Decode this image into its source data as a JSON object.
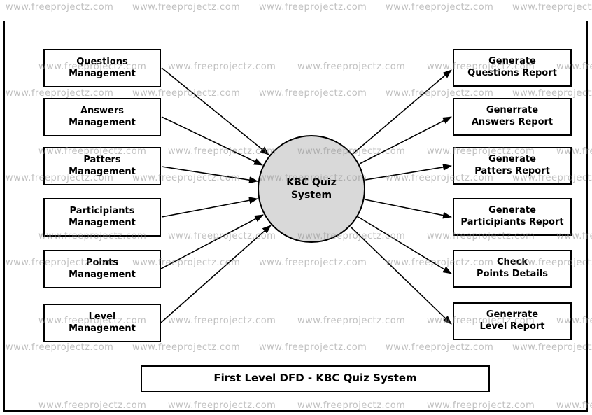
{
  "watermark": {
    "text": "www.freeprojectz.com"
  },
  "diagram": {
    "process": {
      "label": "KBC Quiz\nSystem"
    },
    "left_boxes": [
      {
        "label": "Questions\nManagement"
      },
      {
        "label": "Answers\nManagement"
      },
      {
        "label": "Patters\nManagement"
      },
      {
        "label": "Participiants\nManagement"
      },
      {
        "label": "Points\nManagement"
      },
      {
        "label": "Level\nManagement"
      }
    ],
    "right_boxes": [
      {
        "label": "Generate\nQuestions Report"
      },
      {
        "label": "Generrate\nAnswers Report"
      },
      {
        "label": "Generate\nPatters Report"
      },
      {
        "label": "Generate\nParticipiants Report"
      },
      {
        "label": "Check\nPoints Details"
      },
      {
        "label": "Generrate\nLevel Report"
      }
    ],
    "title": "First Level DFD - KBC Quiz System",
    "colors": {
      "process_fill": "#d9d9d9",
      "stroke": "#000000",
      "watermark": "#c8c8c8"
    }
  }
}
